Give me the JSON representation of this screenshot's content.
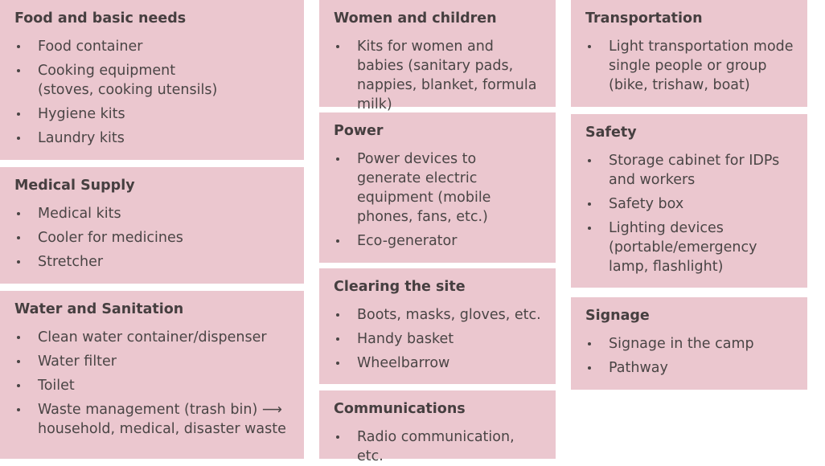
{
  "cards": {
    "food": {
      "title": "Food and basic needs",
      "items": [
        "Food container",
        "Cooking equipment (stoves, cooking utensils)",
        "Hygiene kits",
        "Laundry kits"
      ]
    },
    "medical": {
      "title": "Medical Supply",
      "items": [
        "Medical kits",
        "Cooler for medicines",
        "Stretcher"
      ]
    },
    "water": {
      "title": "Water and Sanitation",
      "items": [
        "Clean water container/dispenser",
        "Water filter",
        "Toilet",
        "Waste management (trash bin) ⟶ household, medical, disaster waste"
      ]
    },
    "women": {
      "title": "Women and children",
      "items": [
        "Kits for women and babies (sanitary pads, nappies, blanket, formula milk)"
      ]
    },
    "power": {
      "title": "Power",
      "items": [
        "Power devices to generate electric equipment (mobile phones, fans, etc.)",
        "Eco-generator"
      ]
    },
    "clearing": {
      "title": "Clearing the site",
      "items": [
        "Boots, masks, gloves, etc.",
        "Handy basket",
        "Wheelbarrow"
      ]
    },
    "communications": {
      "title": "Communications",
      "items": [
        "Radio communication, etc."
      ]
    },
    "transportation": {
      "title": "Transportation",
      "items": [
        "Light transportation mode single people or group (bike, trishaw, boat)"
      ]
    },
    "safety": {
      "title": "Safety",
      "items": [
        "Storage cabinet for IDPs and workers",
        "Safety box",
        "Lighting devices (portable/emergency lamp, flashlight)"
      ]
    },
    "signage": {
      "title": "Signage",
      "items": [
        "Signage in the camp",
        "Pathway"
      ]
    }
  },
  "colors": {
    "card_background": "#ebc7cf",
    "text": "#4a4545"
  }
}
